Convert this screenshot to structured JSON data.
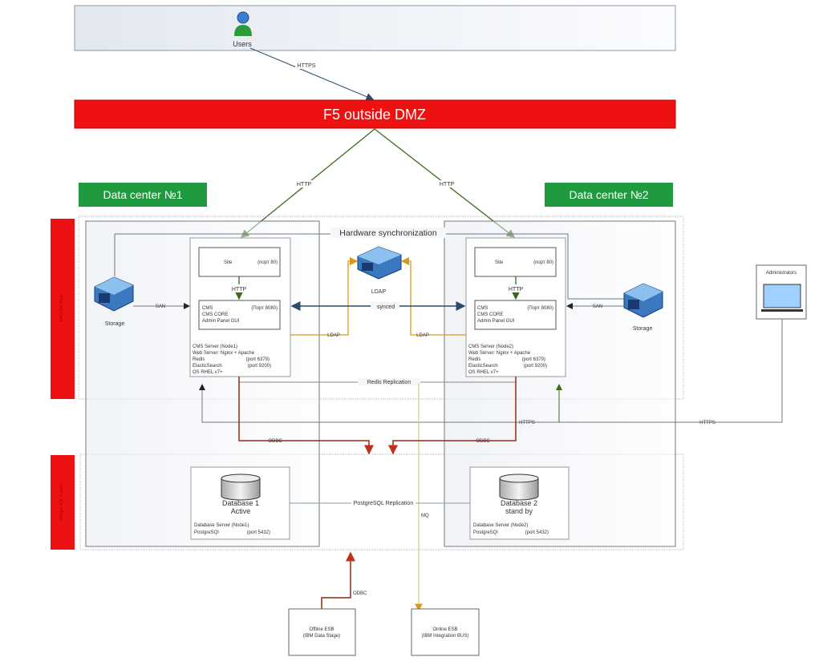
{
  "users": {
    "label": "Users"
  },
  "links": {
    "https_users": "HTTPS",
    "http_left": "HTTP",
    "http_right": "HTTP",
    "san_left": "SAN",
    "san_right": "SAN",
    "synced": "synced",
    "ldap_left": "LDAP",
    "ldap_right": "LDAP",
    "redis_replication": "Redis Replication",
    "https_admin_1": "HTTPS",
    "https_admin_2": "HTTPS",
    "odbc_left": "ODBC",
    "odbc_right": "ODBC",
    "odbc_offline": "ODBC",
    "postgres_replication": "PostgreSQL Replication",
    "mq": "MQ"
  },
  "f5": {
    "label": "F5 outside DMZ"
  },
  "datacenters": [
    {
      "label": "Data center №1"
    },
    {
      "label": "Data center №2"
    }
  ],
  "zones": [
    {
      "label": "CMS Site Web"
    },
    {
      "label": "Postgre SQL Cluster"
    }
  ],
  "hardware_sync": "Hardware synchronization",
  "storage_left": "Storage",
  "storage_right": "Storage",
  "ldap": "LDAP",
  "nodes": [
    {
      "site": "Site",
      "site_port": "(порт 80)",
      "http": "HTTP",
      "cms": "CMS",
      "cms_port": "(Порт 8080)",
      "cms_core": "CMS CORE",
      "admin": "Admin Panel GUI",
      "server": "CMS Server (Node1)",
      "web": "Web Server: Nginx + Apache",
      "redis": "Redis",
      "redis_port": "(port 6379)",
      "es": "ElasticSearch",
      "es_port": "(port 9200)",
      "os": "OS RHEL v7+"
    },
    {
      "site": "Site",
      "site_port": "(порт 80)",
      "http": "HTTP",
      "cms": "CMS",
      "cms_port": "(Порт 8080)",
      "cms_core": "CMS CORE",
      "admin": "Admin Panel GUI",
      "server": "CMS Server (Node2)",
      "web": "Web Server: Nginx + Apache",
      "redis": "Redis",
      "redis_port": "(port 6379)",
      "es": "ElasticSearch",
      "es_port": "(port 9200)",
      "os": "OS RHEL v7+"
    }
  ],
  "databases": [
    {
      "name": "Database 1",
      "state": "Active",
      "server": "Database Server (Node1)",
      "engine": "PostgreSQl",
      "port": "(port 5432)"
    },
    {
      "name": "Database 2",
      "state": "stand by",
      "server": "Database Server (Node2)",
      "engine": "PostgreSQl",
      "port": "(port 5432)"
    }
  ],
  "administrators": "Administrators",
  "esb": [
    {
      "line1": "Offline ESB",
      "line2": "(IBM Data Stage)"
    },
    {
      "line1": "Online ESB",
      "line2": "(IBM Integration BUS)"
    }
  ],
  "colors": {
    "red": "#ee1111",
    "green": "#1f9a3e",
    "http_line": "#3a6a1a",
    "ldap_line": "#d99a1c",
    "odbc_line": "#8b2a10",
    "mq_line": "#d8cc80",
    "synced_line": "#2c4a6a"
  }
}
